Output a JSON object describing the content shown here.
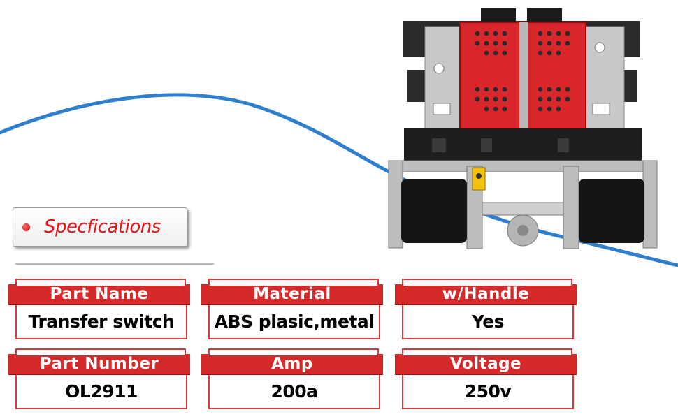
{
  "header": {
    "title": "Specfications"
  },
  "specs": [
    {
      "label": "Part Name",
      "value": "Transfer switch"
    },
    {
      "label": "Material",
      "value": "ABS plasic,metal"
    },
    {
      "label": "w/Handle",
      "value": "Yes"
    },
    {
      "label": "Part Number",
      "value": "OL2911"
    },
    {
      "label": "Amp",
      "value": "200a"
    },
    {
      "label": "Voltage",
      "value": "250v"
    }
  ],
  "colors": {
    "accent": "#d62a2a",
    "title": "#e3151a",
    "wave": "#2f7fcf",
    "product_red": "#d8262b",
    "product_black": "#1e1e1e",
    "product_metal": "#c8c8c8"
  }
}
